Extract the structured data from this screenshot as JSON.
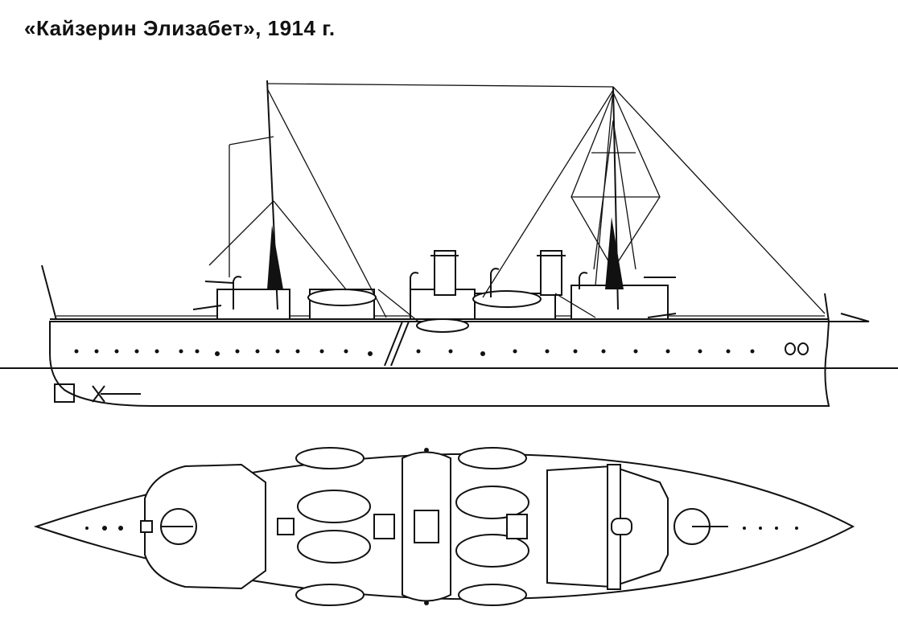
{
  "title": "«Кайзерин Элизабет», 1914 г.",
  "views": [
    "side-profile",
    "top-plan"
  ]
}
